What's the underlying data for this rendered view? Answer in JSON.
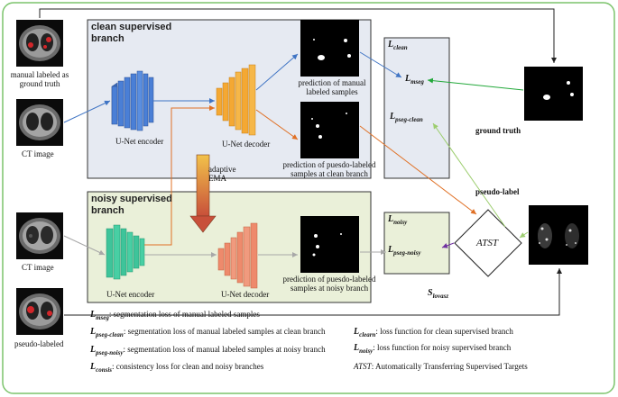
{
  "colors": {
    "outer_border": "#7cc46c",
    "clean_panel_bg": "#e6eaf2",
    "noisy_panel_bg": "#eaf0d9",
    "encoder_clean": "#4a7fd6",
    "decoder_clean": "#f4a833",
    "encoder_noisy": "#3ec49a",
    "decoder_noisy": "#ee8a6c",
    "arrow_blue": "#3f74c4",
    "arrow_orange": "#e07025",
    "arrow_green": "#22a83a",
    "arrow_lightgreen": "#9ccd6e",
    "arrow_purple": "#7030a0",
    "arrow_gray": "#a8a8a8",
    "ema_arrow": "#c8603a"
  },
  "left": {
    "manual_label": "manual labeled as ground truth",
    "ct_image_top": "CT image",
    "ct_image_bottom": "CT image",
    "pseudo_labeled": "pseudo-labeled"
  },
  "clean_branch": {
    "title": "clean supervised branch",
    "encoder_label": "U-Net encoder",
    "decoder_label": "U-Net decoder",
    "pred_manual_label": "prediction of manual labeled samples",
    "pred_pseudo_label": "prediction of puesdo-labeled samples at clean branch"
  },
  "ema_label": "adaptive EMA",
  "noisy_branch": {
    "title": "noisy supervised branch",
    "encoder_label": "U-Net encoder",
    "decoder_label": "U-Net decoder",
    "pred_label": "prediction of puesdo-labeled samples at noisy branch"
  },
  "loss_clean_box": {
    "title": {
      "main": "L",
      "sub": "clean"
    },
    "mseg": {
      "main": "L",
      "sub": "mseg"
    },
    "pseg_clean": {
      "main": "L",
      "sub": "pseg-clean"
    }
  },
  "loss_noisy_box": {
    "title": {
      "main": "L",
      "sub": "noisy"
    },
    "pseg_noisy": {
      "main": "L",
      "sub": "pseg-noisy"
    }
  },
  "s_lovasz": {
    "main": "S",
    "sub": "lovasz"
  },
  "right": {
    "ground_truth": "ground truth",
    "pseudo_label": "pseudo-label",
    "atst": "ATST"
  },
  "legend": [
    {
      "sym": "L",
      "sub": "mseg",
      "text": ": segmentation loss of manual labeled samples"
    },
    {
      "sym": "L",
      "sub": "pseg-clean",
      "text": ": segmentation loss of manual labeled samples at clean branch"
    },
    {
      "sym": "L",
      "sub": "pseg-noisy",
      "text": ": segmentation loss of manual labeled samples at noisy branch"
    },
    {
      "sym": "L",
      "sub": "consis",
      "text": ": consistency loss for clean and noisy branches"
    },
    {
      "sym": "L",
      "sub": "clearn",
      "text": ": loss function for clean supervised branch"
    },
    {
      "sym": "L",
      "sub": "noisy",
      "text": ": loss function for noisy supervised branch"
    },
    {
      "sym": "ATST",
      "sub": "",
      "text": ": Automatically Transferring Supervised Targets"
    }
  ]
}
